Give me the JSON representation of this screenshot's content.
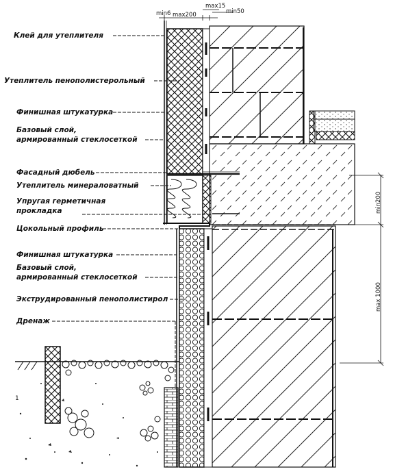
{
  "labels": {
    "glue": "Клей для утеплителя",
    "insulation_eps": "Утеплитель пенополистерольный",
    "finish_plaster_1": "Финишная штукатурка",
    "base_layer_1a": "Базовый слой,",
    "base_layer_1b": "армированный стеклосеткой",
    "facade_dowel": "Фасадный дюбель",
    "mineral_wool": "Утеплитель минераловатный",
    "sealant_a": "Упругая герметичная",
    "sealant_b": "прокладка",
    "plinth_profile": "Цокольный профиль",
    "finish_plaster_2": "Финишная штукатурка",
    "base_layer_2a": "Базовый слой,",
    "base_layer_2b": "армированный стеклосеткой",
    "xps": "Экструдированный пенополистирол",
    "drainage": "Дренаж"
  },
  "dimensions": {
    "min6": "min6",
    "max200": "max200",
    "max15": "max15",
    "min50": "min50",
    "min200": "min200",
    "max1000": "max 1000"
  },
  "marks": {
    "num1": "1"
  }
}
